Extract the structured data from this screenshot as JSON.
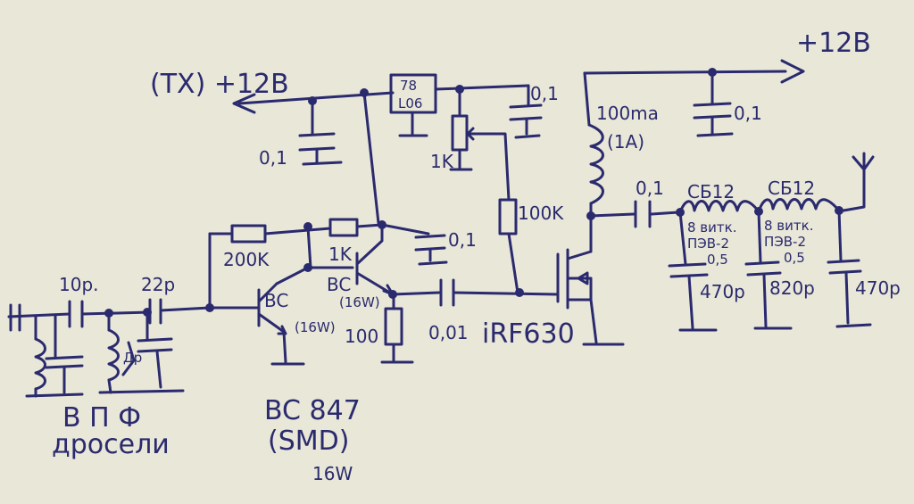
{
  "labels": {
    "tx_supply": "(TX) +12B",
    "main_supply": "+12B",
    "reg_line1": "78",
    "reg_line2": "L06",
    "cap_0_1_left": "0,1",
    "cap_0_1_reg": "0,1",
    "trim_1k": "1K",
    "res_100k": "100K",
    "choke_current": "100ma",
    "choke_current2": "(1A)",
    "cap_0_1_top": "0,1",
    "cap_0_1_coupling": "0,1",
    "res_200k": "200K",
    "res_1k": "1K",
    "cap_0_1_mid": "0,1",
    "q2_name": "BC",
    "q2_code": "(16W)",
    "q1_name": "BC",
    "q1_code": "(16W)",
    "res_100": "100",
    "cap_0_01": "0,01",
    "mosfet": "iRF630",
    "cap_10p": "10p.",
    "cap_22p": "22p",
    "bpf_note1": "B П Ф",
    "bpf_note2": "дросели",
    "transistor_note1": "BC 847",
    "transistor_note2": "(SMD)",
    "transistor_note3": "16W",
    "core1": "СБ12",
    "core2": "СБ12",
    "winding1a": "8 витк.",
    "winding1b": "ПЭВ-2",
    "winding1c": "0,5",
    "winding2a": "8 витк.",
    "winding2b": "ПЭВ-2",
    "winding2c": "0,5",
    "cap_470a": "470p",
    "cap_820": "820p",
    "cap_470b": "470p",
    "dr_label": "Др"
  }
}
